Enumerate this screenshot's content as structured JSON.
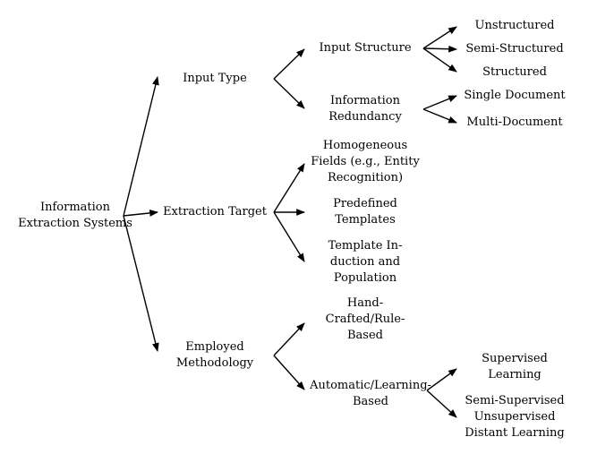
{
  "nodes": {
    "root": [
      "Information",
      "Extraction Systems"
    ],
    "input_type": [
      "Input Type"
    ],
    "extraction_target": [
      "Extraction Target"
    ],
    "employed_methodology": [
      "Employed",
      "Methodology"
    ],
    "input_structure": [
      "Input Structure"
    ],
    "information_redundancy": [
      "Information",
      "Redundancy"
    ],
    "homogeneous_fields": [
      "Homogeneous",
      "Fields (e.g., Entity",
      "Recognition)"
    ],
    "predefined_templates": [
      "Predefined",
      "Templates"
    ],
    "template_induction": [
      "Template In-",
      "duction and",
      "Population"
    ],
    "hand_crafted": [
      "Hand-",
      "Crafted/Rule-",
      "Based"
    ],
    "automatic_learning": [
      "Automatic/Learning-",
      "Based"
    ],
    "unstructured": [
      "Unstructured"
    ],
    "semi_structured": [
      "Semi-Structured"
    ],
    "structured": [
      "Structured"
    ],
    "single_document": [
      "Single Document"
    ],
    "multi_document": [
      "Multi-Document"
    ],
    "supervised": [
      "Supervised",
      "Learning"
    ],
    "semi_supervised": [
      "Semi-Supervised",
      "Unsupervised",
      "Distant Learning"
    ]
  },
  "edges": [
    [
      "root",
      "input_type"
    ],
    [
      "root",
      "extraction_target"
    ],
    [
      "root",
      "employed_methodology"
    ],
    [
      "input_type",
      "input_structure"
    ],
    [
      "input_type",
      "information_redundancy"
    ],
    [
      "input_structure",
      "unstructured"
    ],
    [
      "input_structure",
      "semi_structured"
    ],
    [
      "input_structure",
      "structured"
    ],
    [
      "information_redundancy",
      "single_document"
    ],
    [
      "information_redundancy",
      "multi_document"
    ],
    [
      "extraction_target",
      "homogeneous_fields"
    ],
    [
      "extraction_target",
      "predefined_templates"
    ],
    [
      "extraction_target",
      "template_induction"
    ],
    [
      "employed_methodology",
      "hand_crafted"
    ],
    [
      "employed_methodology",
      "automatic_learning"
    ],
    [
      "automatic_learning",
      "supervised"
    ],
    [
      "automatic_learning",
      "semi_supervised"
    ]
  ]
}
